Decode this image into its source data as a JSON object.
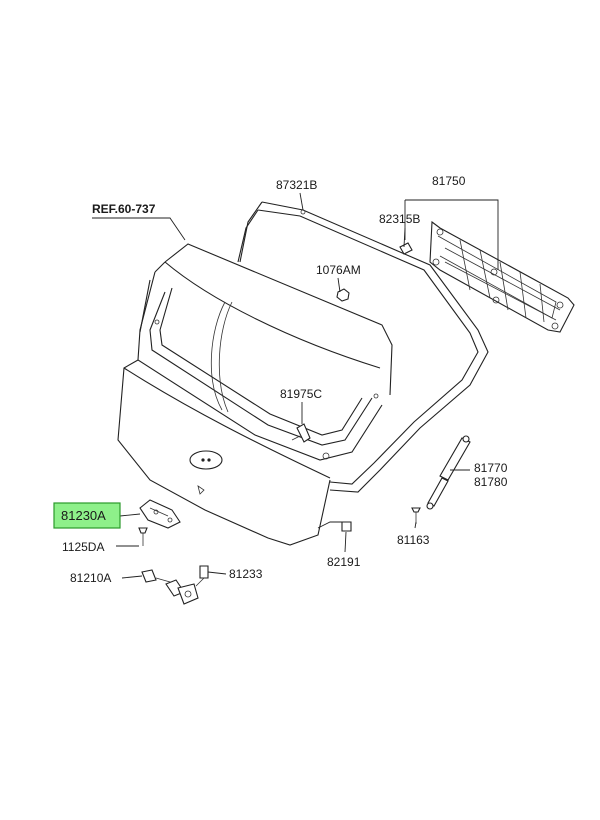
{
  "labels": {
    "ref": "REF.60-737",
    "p87321b": "87321B",
    "p81750": "81750",
    "p82315b": "82315B",
    "p1076am": "1076AM",
    "p81975c": "81975C",
    "p81770": "81770",
    "p81780": "81780",
    "p81163": "81163",
    "p81230a": "81230A",
    "p1125da": "1125DA",
    "p82191": "82191",
    "p81210a": "81210A",
    "p81233": "81233"
  },
  "colors": {
    "highlight_fill": "#8ef08a",
    "highlight_border": "#2b9a2b",
    "line": "#222222"
  }
}
